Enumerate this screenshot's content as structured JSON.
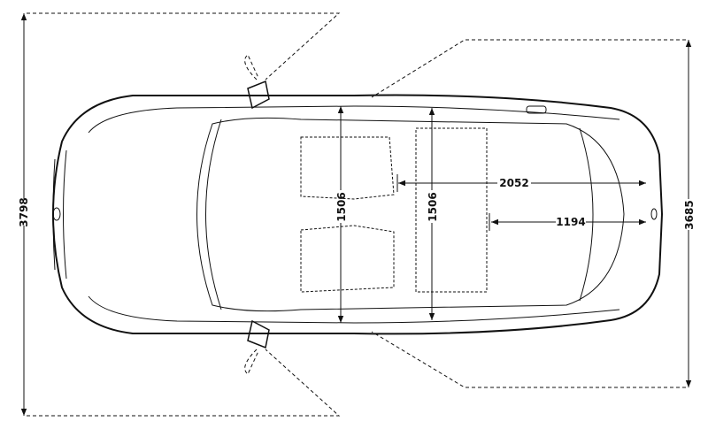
{
  "diagram": {
    "subject": "car-top-view",
    "dimensions": {
      "total_width_mirrors_open": "3798",
      "total_width_mirrors_folded": "3685",
      "front_seat_width": "1506",
      "rear_seat_width": "1506",
      "front_seat_to_rear_length": "2052",
      "rear_seat_to_rear_length": "1194"
    },
    "colors": {
      "line": "#111111",
      "background": "#ffffff"
    }
  }
}
